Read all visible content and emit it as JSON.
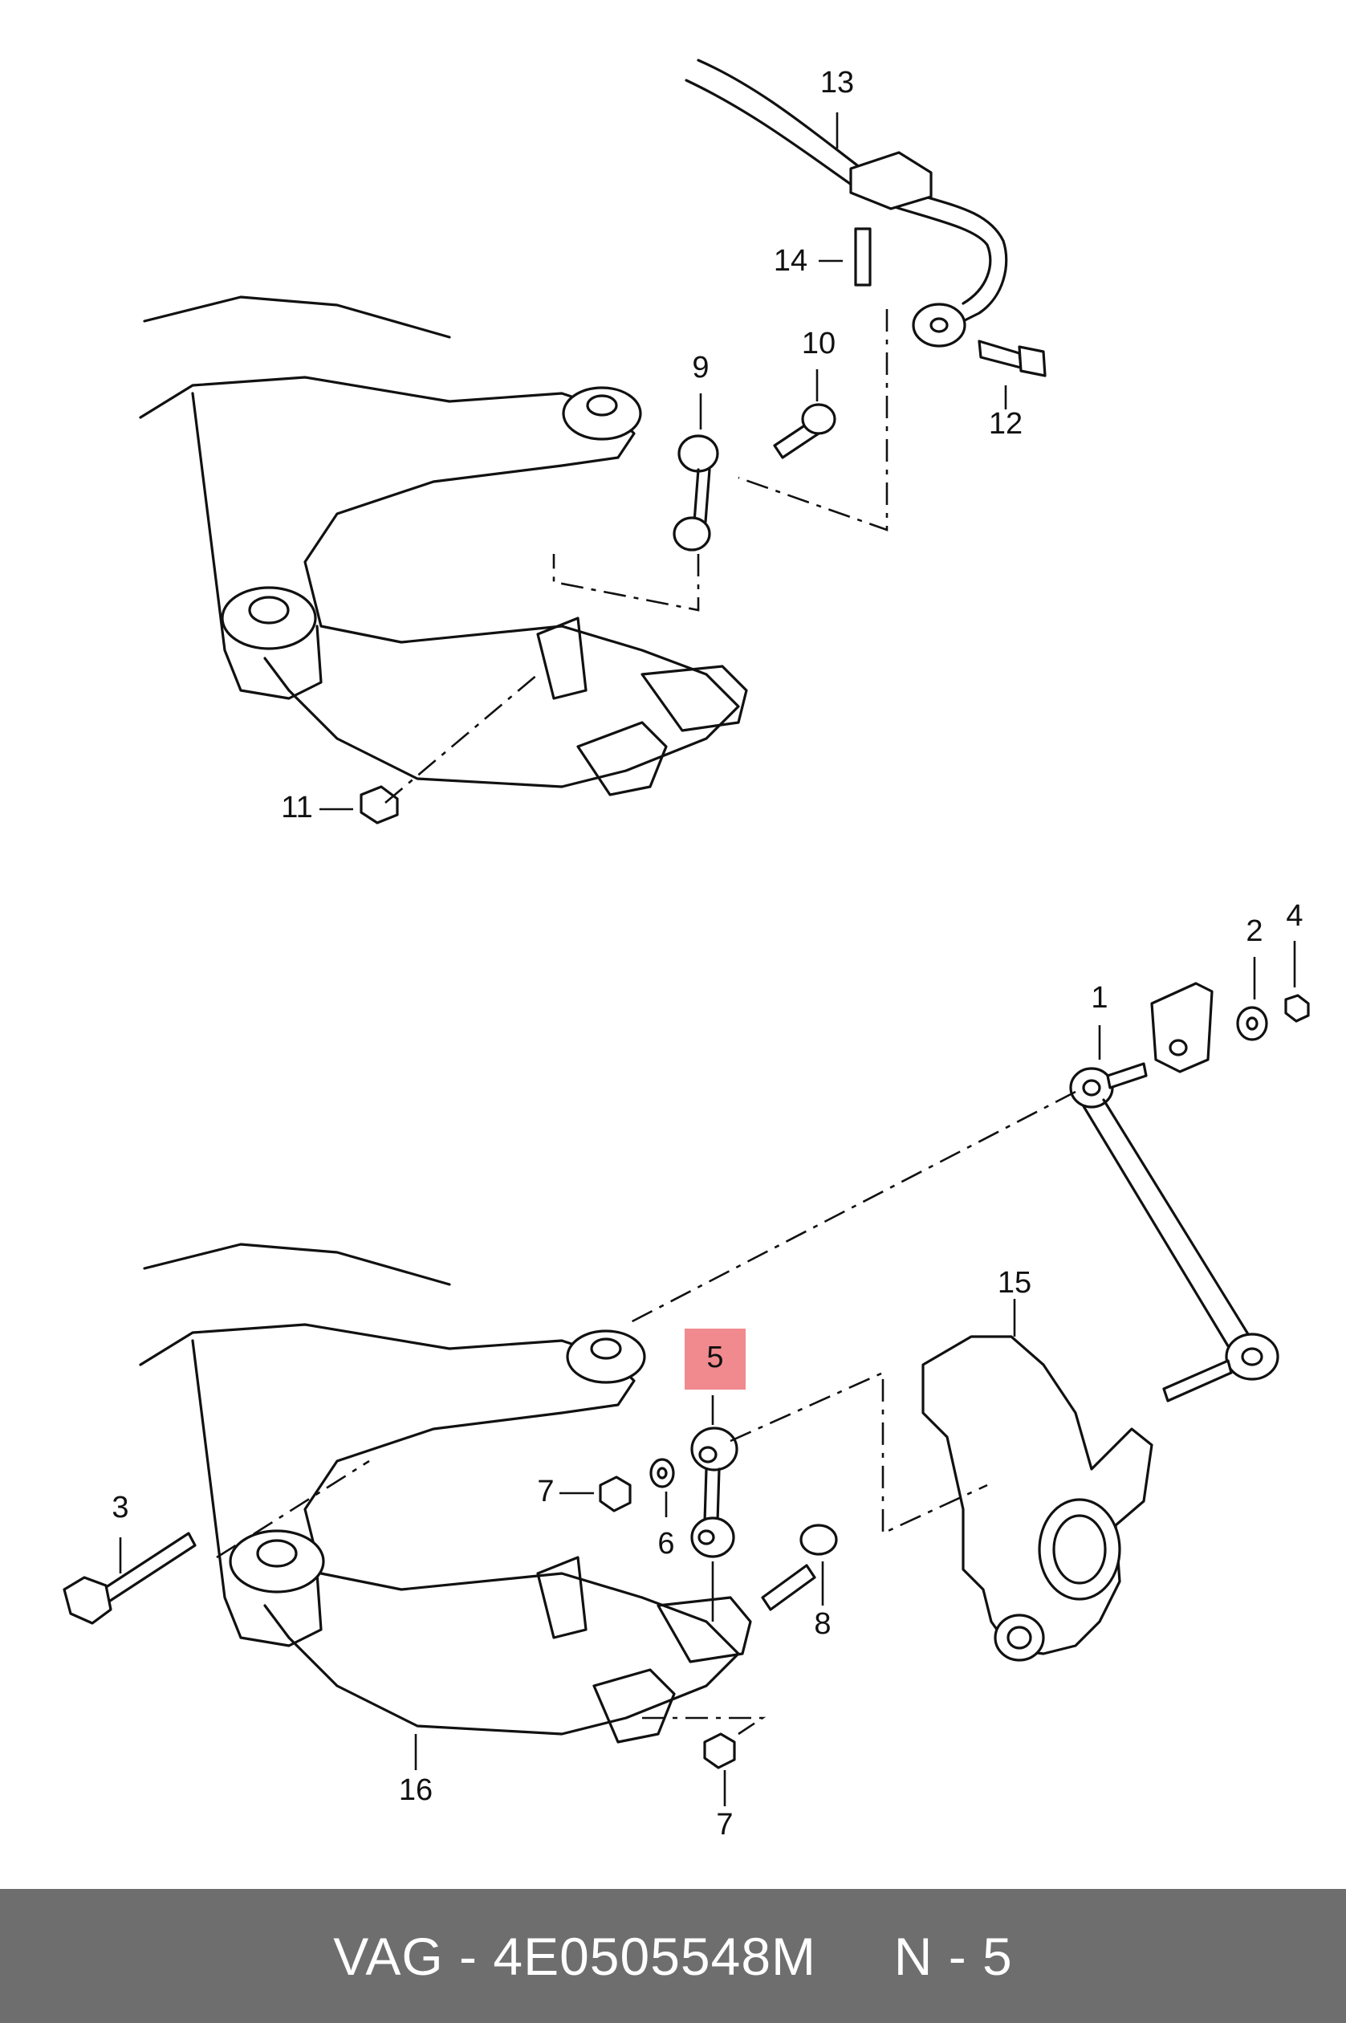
{
  "highlight": {
    "label": "5",
    "color": "#f08a8e"
  },
  "labels": {
    "l1": "1",
    "l2": "2",
    "l3": "3",
    "l4": "4",
    "l5": "5",
    "l6": "6",
    "l7a": "7",
    "l7b": "7",
    "l8": "8",
    "l9": "9",
    "l10": "10",
    "l11": "11",
    "l12": "12",
    "l13": "13",
    "l14": "14",
    "l15": "15",
    "l16": "16"
  },
  "footer": {
    "brand": "VAG",
    "separator": " - ",
    "part_number": "4E0505548M",
    "position": "N - 5"
  }
}
